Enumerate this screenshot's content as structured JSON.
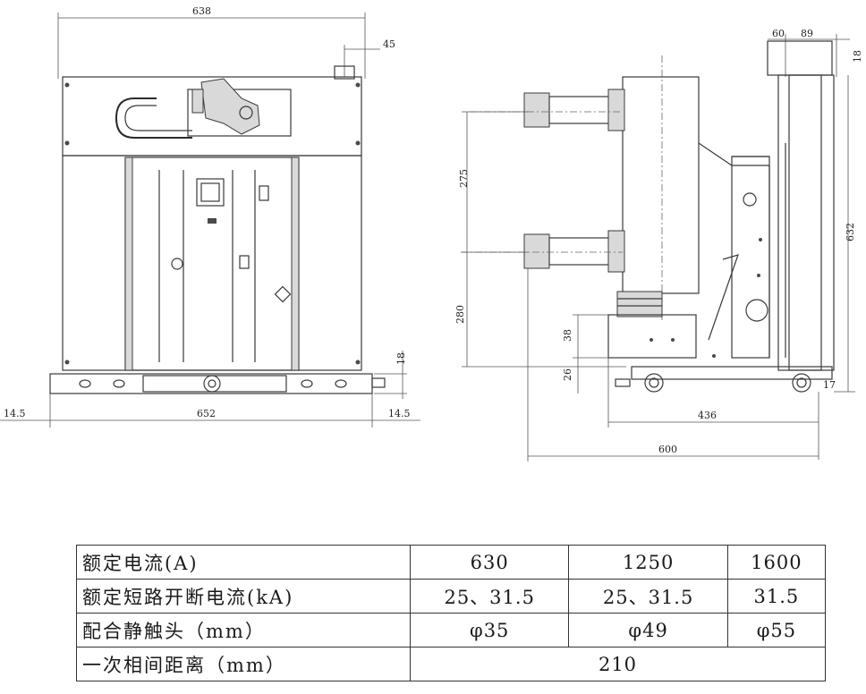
{
  "front_view": {
    "dims": {
      "overall_width": "638",
      "top_offset": "45",
      "base_width": "652",
      "left_margin": "14.5",
      "right_margin": "14.5",
      "foot_height": "18"
    }
  },
  "side_view": {
    "dims": {
      "top_a": "60",
      "top_b": "89",
      "top_c": "18",
      "phase_spacing": "275",
      "lower_height": "280",
      "plate_38": "38",
      "plate_26": "26",
      "base_length": "436",
      "overall_depth": "600",
      "overall_height": "632",
      "wheel_17": "17"
    }
  },
  "spec_table": {
    "rows": [
      {
        "param": "额定电流(A)",
        "c1": "630",
        "c2": "1250",
        "c3": "1600"
      },
      {
        "param": "额定短路开断电流(kA)",
        "c1": "25、31.5",
        "c2": "25、31.5",
        "c3": "31.5"
      },
      {
        "param": "配合静触头（mm）",
        "c1": "φ35",
        "c2": "φ49",
        "c3": "φ55"
      },
      {
        "param": "一次相间距离（mm）",
        "span": "210"
      }
    ]
  }
}
